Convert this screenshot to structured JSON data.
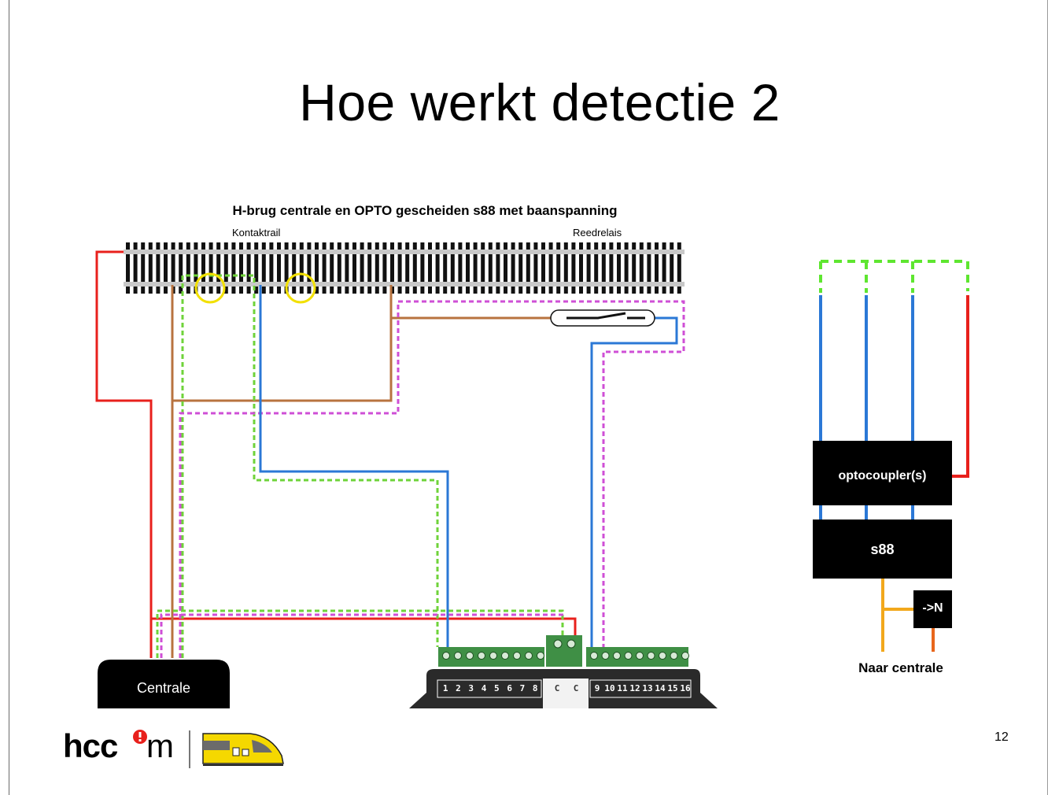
{
  "slide": {
    "title": "Hoe werkt detectie 2",
    "page_number": "12"
  },
  "diagram": {
    "title": "H-brug centrale en OPTO gescheiden s88 met baanspanning",
    "label_contact_rail": "Kontaktrail",
    "label_reed_relay": "Reedrelais",
    "label_centrale": "Centrale",
    "module_left_terminals": [
      "1",
      "2",
      "3",
      "4",
      "5",
      "6",
      "7",
      "8"
    ],
    "module_common_terminals": [
      "C",
      "C"
    ],
    "module_right_terminals": [
      "9",
      "10",
      "11",
      "12",
      "13",
      "14",
      "15",
      "16"
    ]
  },
  "schematic": {
    "box_optocoupler": "optocoupler(s)",
    "box_s88": "s88",
    "box_to_n": "->N",
    "label_to_central": "Naar centrale"
  },
  "logo": {
    "text": "hcc",
    "suffix": "m"
  },
  "colors": {
    "red": "#e8201c",
    "brown": "#b8733f",
    "blue": "#2b78d6",
    "green_dashed": "#6fd33a",
    "magenta_dashed": "#cf4fd6",
    "yellow_circle": "#f2e000",
    "orange": "#f2a81c",
    "dark_orange": "#e8661c"
  }
}
